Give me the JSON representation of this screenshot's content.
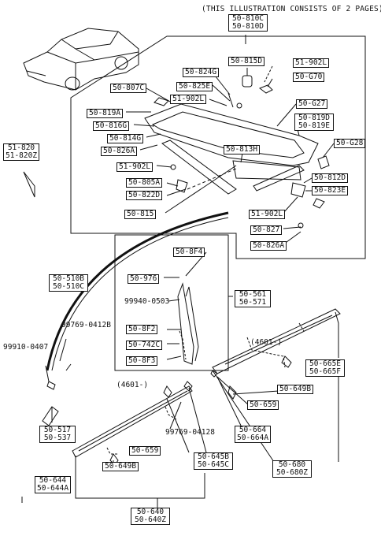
{
  "header": "(THIS ILLUSTRATION CONSISTS OF  2 PAGES)",
  "labels": {
    "l_810": [
      "50-810C",
      "50-810D"
    ],
    "l_815D": "50-815D",
    "l_902L_a": "51-902L",
    "l_G70": "50-G70",
    "l_824G": "50-824G",
    "l_825E": "50-825E",
    "l_807C": "50-807C",
    "l_902L_b": "51-902L",
    "l_G27": "50-G27",
    "l_819DE": [
      "50-819D",
      "50-819E"
    ],
    "l_819A": "50-819A",
    "l_816G": "50-816G",
    "l_814G": "50-814G",
    "l_826A_a": "50-826A",
    "l_G28": "50-G28",
    "l_813H": "50-813H",
    "l_820": [
      "51-820",
      "51-820Z"
    ],
    "l_902L_c": "51-902L",
    "l_812D": "50-812D",
    "l_805A": "50-805A",
    "l_822D": "50-822D",
    "l_823E": "50-823E",
    "l_815": "50-815",
    "l_902L_d": "51-902L",
    "l_827": "50-827",
    "l_826A_b": "50-826A",
    "l_8F4": "50-8F4",
    "l_976": "50-976",
    "l_510": [
      "50-510B",
      "50-510C"
    ],
    "l_561": [
      "50-561",
      "50-571"
    ],
    "l_8F2": "50-8F2",
    "l_742C": "50-742C",
    "l_8F3": "50-8F3",
    "l_665": [
      "50-665E",
      "50-665F"
    ],
    "l_649B_a": "50-649B",
    "l_659_a": "50-659",
    "l_517": [
      "50-517",
      "50-537"
    ],
    "l_664": [
      "50-664",
      "50-664A"
    ],
    "l_659_b": "50-659",
    "l_645": [
      "50-645B",
      "50-645C"
    ],
    "l_649B_b": "50-649B",
    "l_680": [
      "50-680",
      "50-680Z"
    ],
    "l_644": [
      "50-644",
      "50-644A"
    ],
    "l_640": [
      "50-640",
      "50-640Z"
    ]
  },
  "texts": {
    "t_99940": "99940-0503",
    "t_99769a": "99769-0412B",
    "t_99910": "99910-0407",
    "t_4601a": "(4601-)",
    "t_4601b": "(4601-)",
    "t_99769b": "99769-04128"
  }
}
